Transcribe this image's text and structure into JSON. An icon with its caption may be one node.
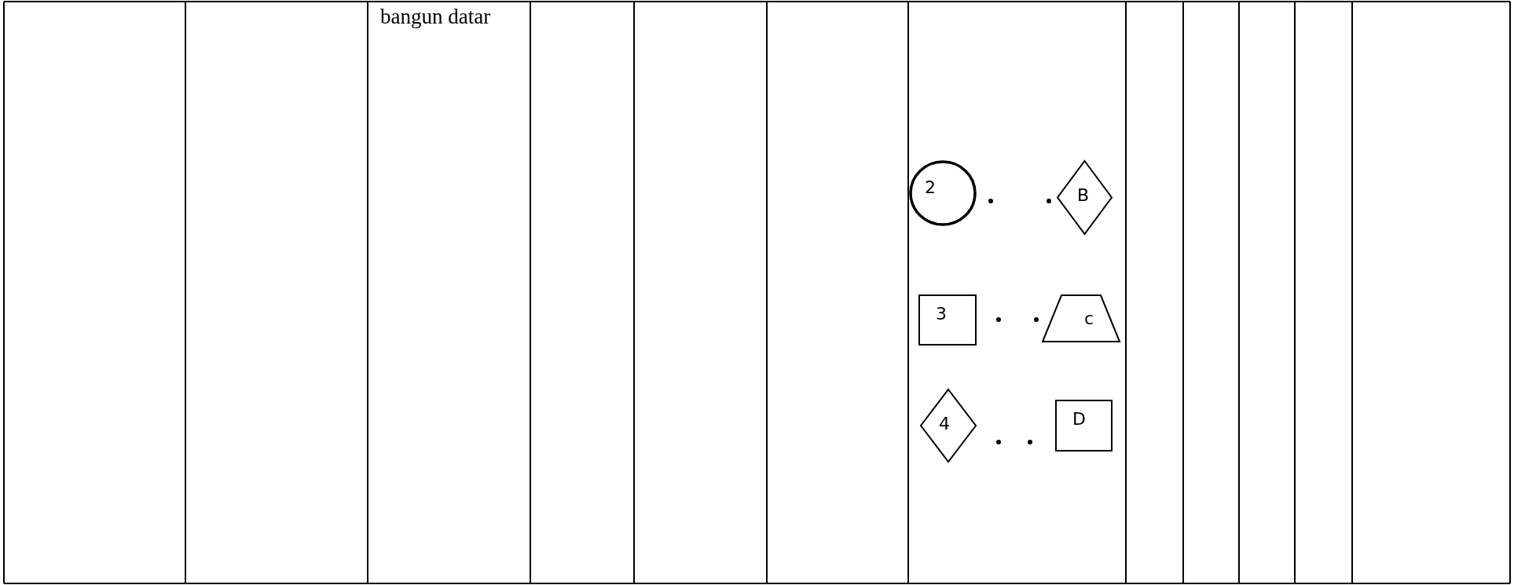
{
  "diagram": {
    "nodes": [
      {
        "text": [
          "2"
        ]
      },
      {
        "text": [
          "B"
        ]
      },
      {
        "text": [
          "3"
        ]
      },
      {
        "text": [
          "c"
        ]
      },
      {
        "text": [
          "4"
        ]
      },
      {
        "text": [
          "D"
        ]
      }
    ],
    "labels": [
      "bangun datar"
    ]
  }
}
